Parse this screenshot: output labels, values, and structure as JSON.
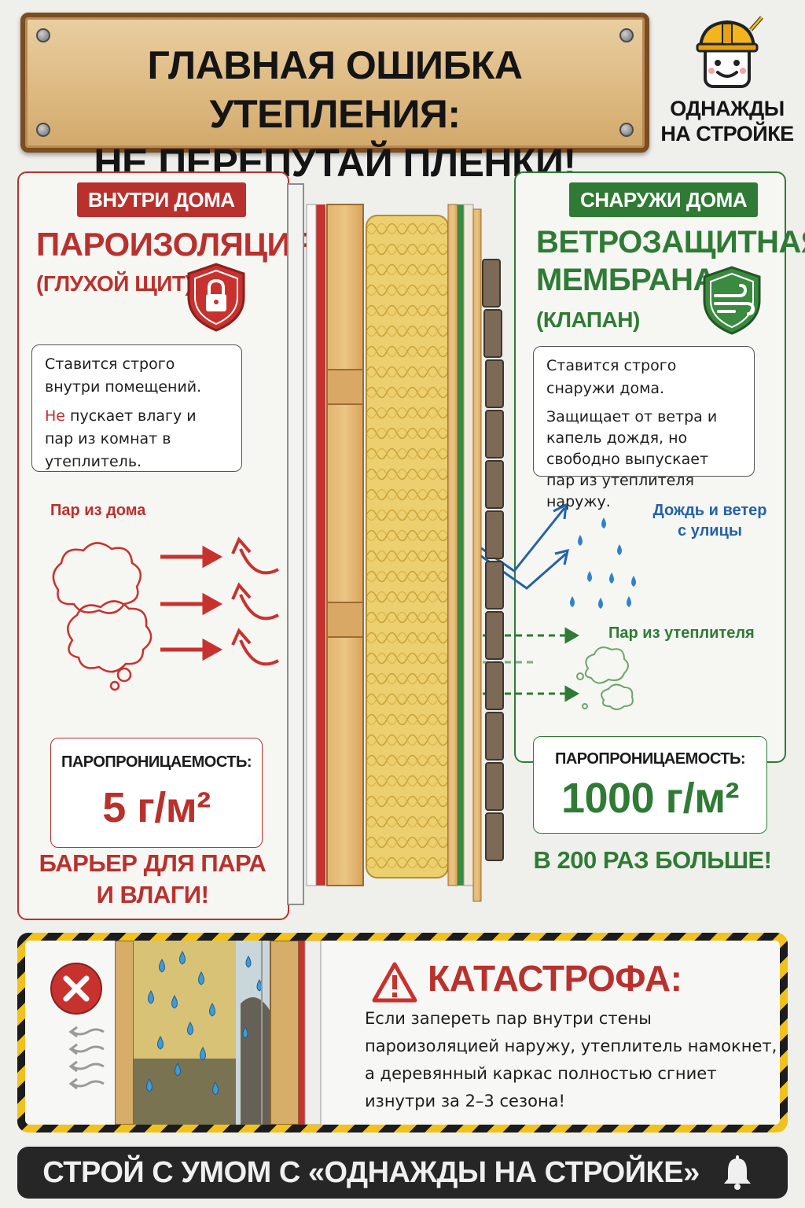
{
  "header": {
    "title_line1": "ГЛАВНАЯ ОШИБКА УТЕПЛЕНИЯ:",
    "title_line2": "НЕ ПЕРЕПУТАЙ ПЛЕНКИ!"
  },
  "logo": {
    "line1": "ОДНАЖДЫ",
    "line2": "НА СТРОЙКЕ",
    "icon": "helmet-mascot-icon"
  },
  "left": {
    "tag": "ВНУТРИ ДОМА",
    "title": "ПАРОИЗОЛЯЦИЯ",
    "subtitle": "(ГЛУХОЙ ЩИТ)",
    "icon": "lock-shield-icon",
    "text_p1": "Ставится строго внутри помещений.",
    "text_p2_accent": "Не",
    "text_p2_rest": " пускает влагу и пар из комнат в утеплитель.",
    "vapor_label": "Пар из дома",
    "perm_label": "ПАРОПРОНИЦАЕМОСТЬ:",
    "perm_value": "5 г/м²",
    "note_line1": "БАРЬЕР ДЛЯ ПАРА",
    "note_line2": "И ВЛАГИ!",
    "color": "#b9312d"
  },
  "right": {
    "tag": "СНАРУЖИ ДОМА",
    "title_line1": "ВЕТРОЗАЩИТНАЯ",
    "title_line2": "МЕМБРАНА",
    "subtitle": "(КЛАПАН)",
    "icon": "wind-shield-icon",
    "text_p1": "Ставится строго снаружи дома.",
    "text_p2": "Защищает от ветра и капель дождя, но свободно выпускает пар из утеплителя наружу.",
    "rain_label_line1": "Дождь и ветер",
    "rain_label_line2": "с улицы",
    "vapor_label": "Пар из утеплителя",
    "perm_label": "ПАРОПРОНИЦАЕМОСТЬ:",
    "perm_value": "1000 г/м²",
    "note": "В 200 РАЗ БОЛЬШЕ!",
    "color": "#2f7b35"
  },
  "warning": {
    "title": "КАТАСТРОФА:",
    "body": "Если запереть пар внутри стены пароизоляцией наружу, утеплитель намокнет, а деревянный каркас полностью сгниет изнутри за 2–3 сезона!",
    "icon": "error-x-icon",
    "alert_icon": "warning-triangle-icon"
  },
  "footer": {
    "text": "СТРОЙ С УМОМ С «ОДНАЖДЫ НА СТРОЙКЕ»",
    "icon": "bell-icon"
  }
}
